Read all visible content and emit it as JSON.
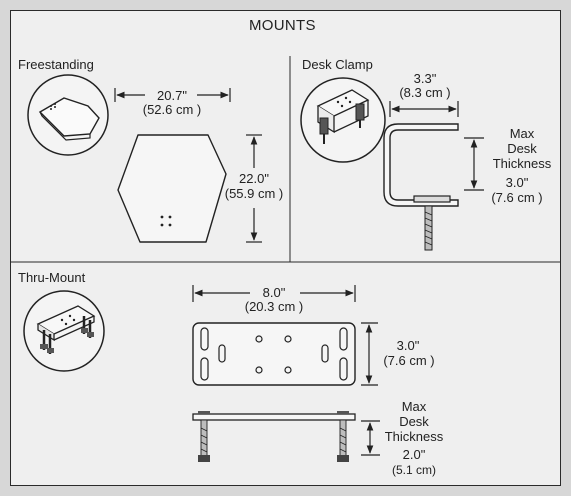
{
  "title": "MOUNTS",
  "sections": {
    "freestanding": {
      "label": "Freestanding",
      "width_in": "20.7\"",
      "width_cm": "(52.6 cm )",
      "height_in": "22.0\"",
      "height_cm": "(55.9 cm )"
    },
    "desk_clamp": {
      "label": "Desk Clamp",
      "width_in": "3.3\"",
      "width_cm": "(8.3 cm )",
      "max_line1": "Max",
      "max_line2": "Desk",
      "max_line3": "Thickness",
      "thickness_in": "3.0\"",
      "thickness_cm": "(7.6 cm )"
    },
    "thru_mount": {
      "label": "Thru-Mount",
      "width_in": "8.0\"",
      "width_cm": "(20.3 cm )",
      "height_in": "3.0\"",
      "height_cm": "(7.6 cm )",
      "max_line1": "Max",
      "max_line2": "Desk",
      "max_line3": "Thickness",
      "thickness_in": "2.0\"",
      "thickness_cm": "(5.1 cm)"
    }
  }
}
